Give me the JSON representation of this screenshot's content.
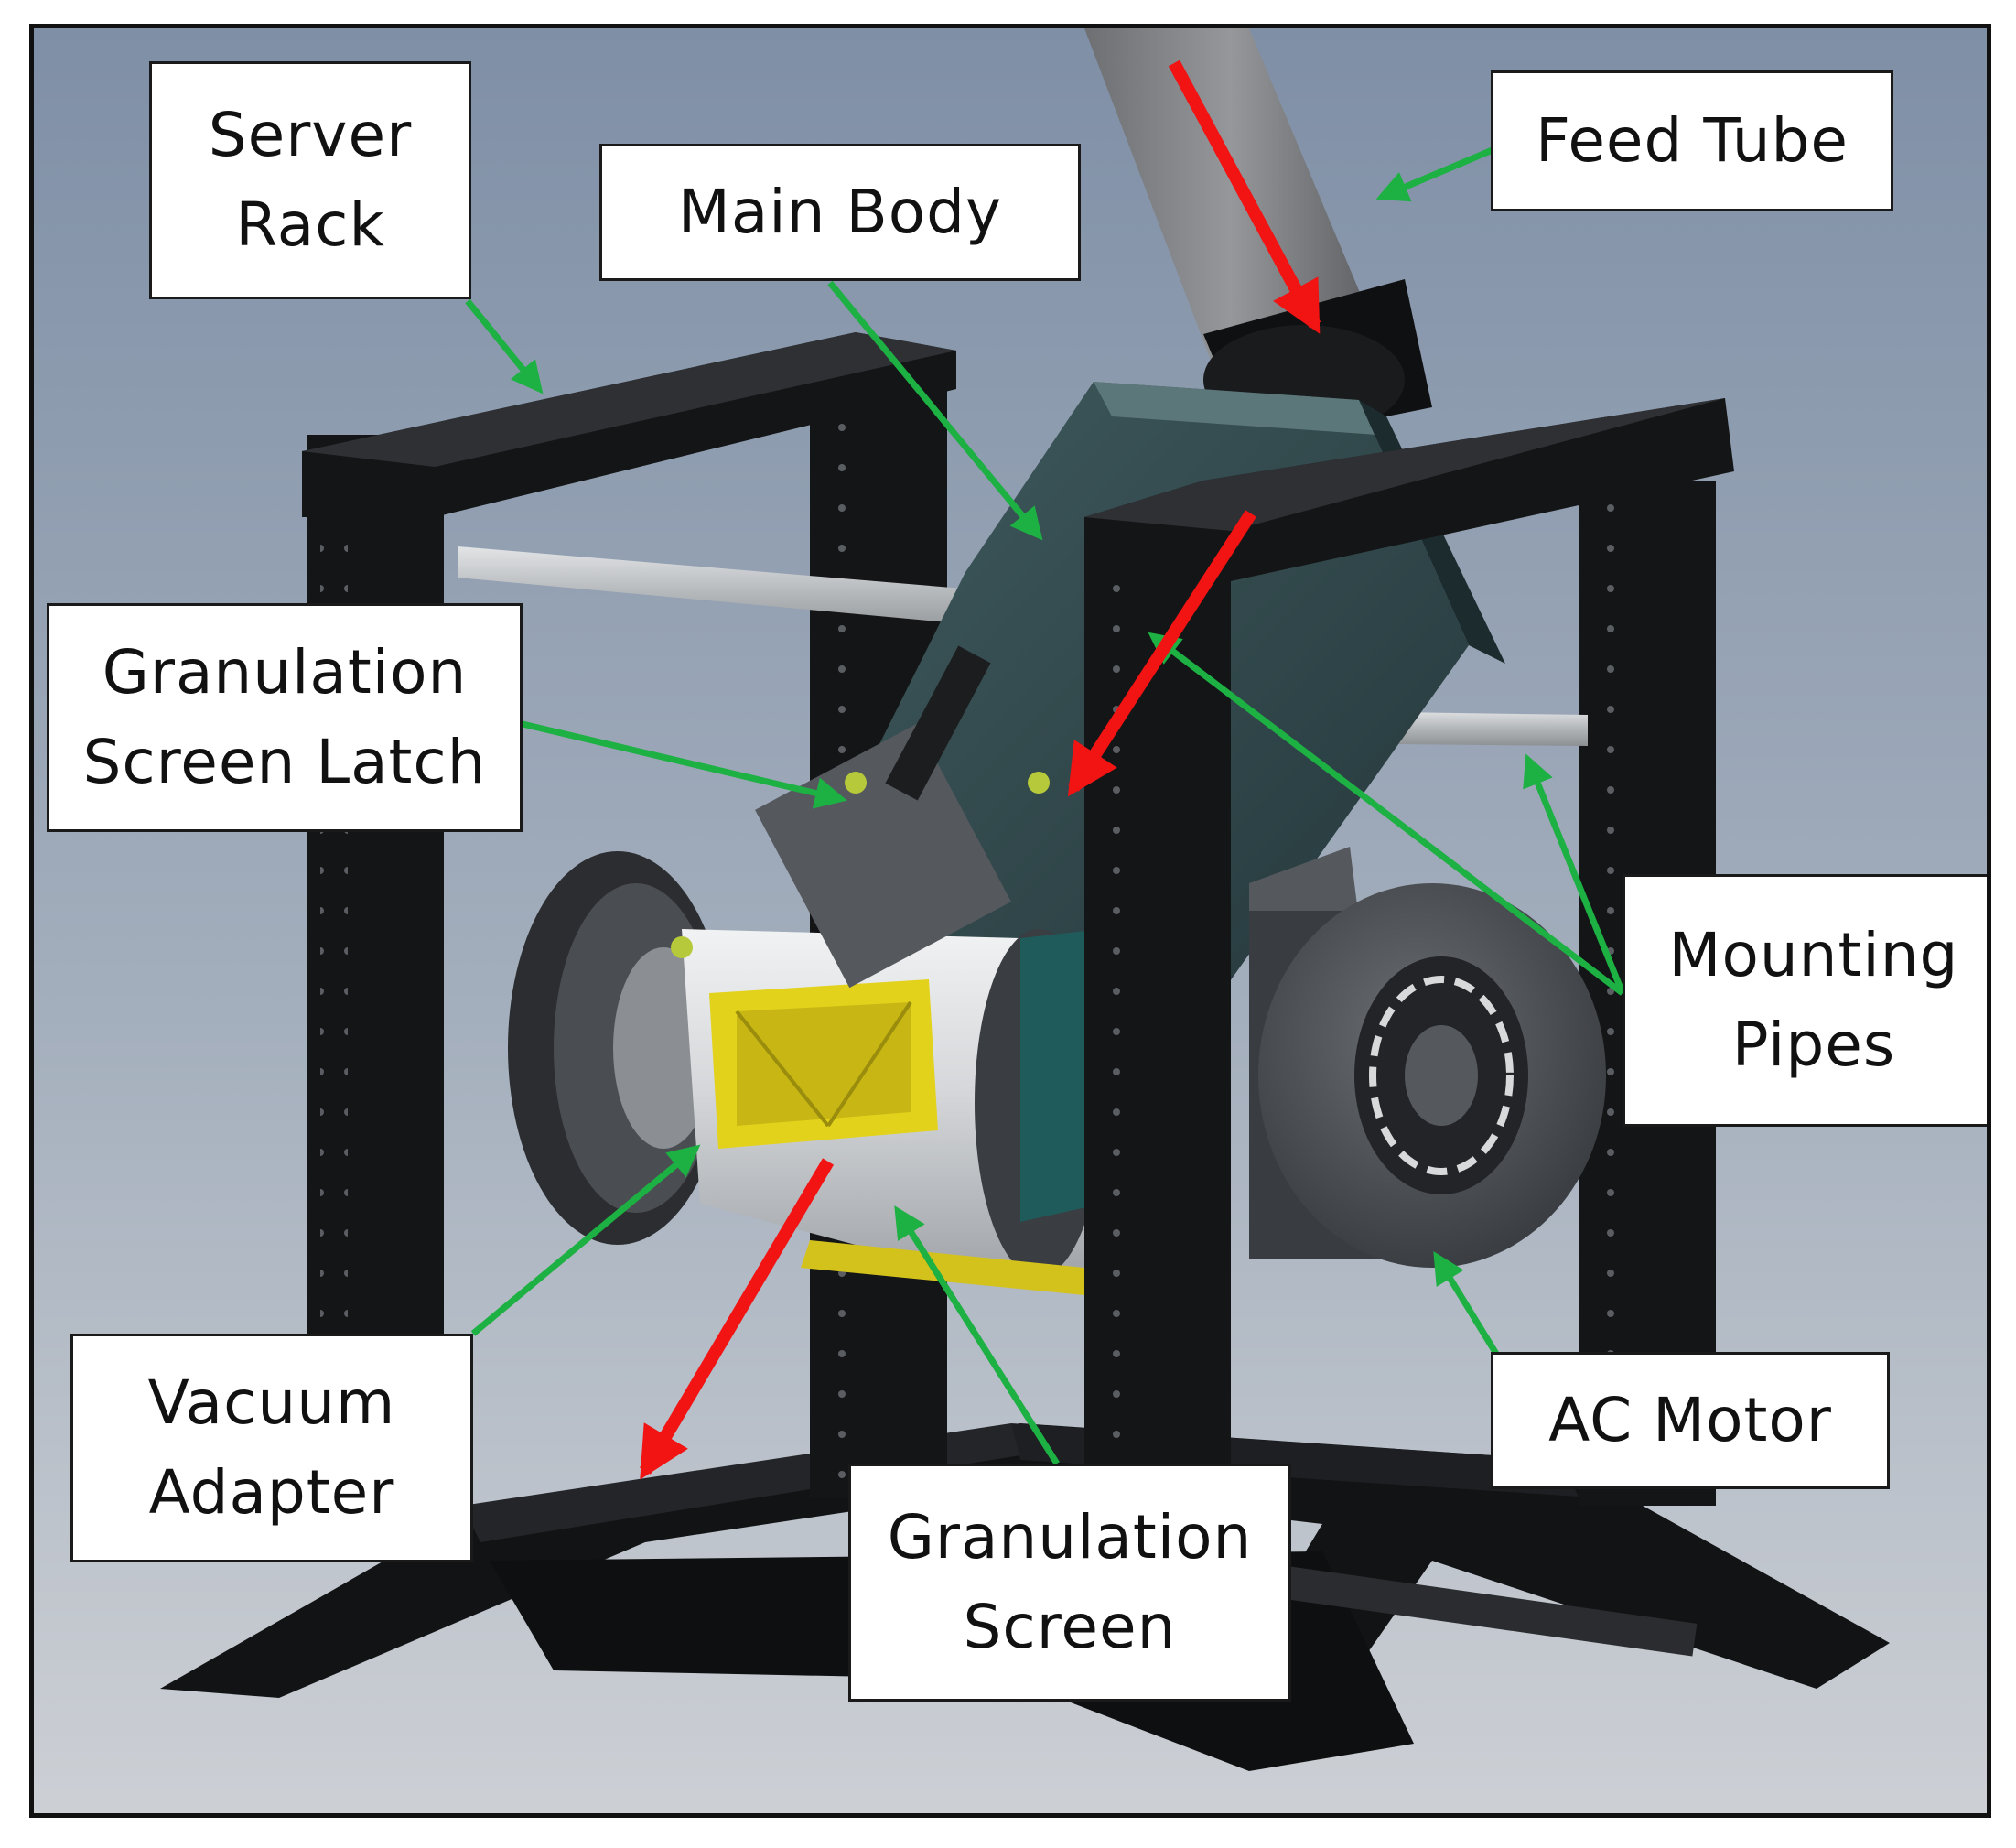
{
  "colors": {
    "background_top": "#7f8fa6",
    "background_bottom": "#c9cdd3",
    "frame": "#121212",
    "body_teal": "#2f4447",
    "housing_silver": "#d7d9dc",
    "adapter_yellow": "#e2d21b",
    "motor_gray": "#4a4d52",
    "pipe_gray": "#b9bcbf",
    "feed_tube_gray": "#7b7d80",
    "leader_green": "#1db043",
    "flow_red": "#f21313"
  },
  "labels": {
    "server_rack": "Server\nRack",
    "main_body": "Main Body",
    "feed_tube": "Feed Tube",
    "granulation_screen_latch": "Granulation\nScreen Latch",
    "mounting_pipes": "Mounting\nPipes",
    "vacuum_adapter": "Vacuum\nAdapter",
    "granulation_screen": "Granulation\nScreen",
    "ac_motor": "AC Motor"
  }
}
